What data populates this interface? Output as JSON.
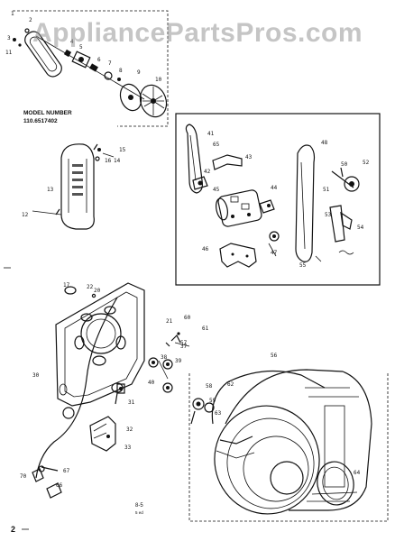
{
  "watermark": "AppliancePartsPros.com",
  "model": {
    "line1": "MODEL NUMBER",
    "line2": "110.6517402"
  },
  "footer": {
    "page_ref": "8-5",
    "page_sub": "5 ed",
    "page_number": "2"
  },
  "callouts": [
    "1",
    "2",
    "3",
    "4",
    "5",
    "6",
    "7",
    "8",
    "9",
    "10",
    "11",
    "12",
    "13",
    "14",
    "15",
    "16",
    "17",
    "20",
    "21",
    "22",
    "30",
    "31",
    "32",
    "33",
    "37",
    "38",
    "39",
    "40",
    "41",
    "42",
    "43",
    "44",
    "45",
    "46",
    "47",
    "48",
    "50",
    "51",
    "52",
    "53",
    "54",
    "55",
    "56",
    "57",
    "58",
    "59",
    "60",
    "61",
    "62",
    "63",
    "64",
    "65",
    "66",
    "67",
    "70"
  ]
}
